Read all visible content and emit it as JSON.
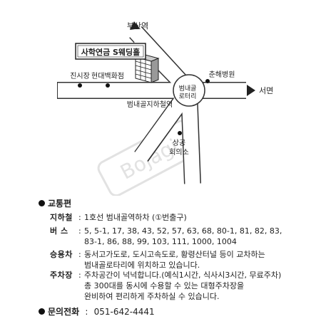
{
  "map": {
    "watermark": "Bojagi",
    "building": "사학연금 S웨딩홀",
    "station_top": "부산역",
    "station_right": "서면",
    "rotary": [
      "범내골",
      "로터리"
    ],
    "subway": "범내골지하철역",
    "places": {
      "jinsijang": "진시장",
      "hyundai": "현대백화점",
      "hospital": "춘해병원",
      "chamber": [
        "상공",
        "회의소"
      ]
    }
  },
  "transport": {
    "title": "교통편",
    "rows": [
      {
        "key": "지하철",
        "lines": [
          "1호선 범내골역하차 (①번출구)"
        ]
      },
      {
        "key": "버  스",
        "lines": [
          "5, 5-1, 17, 38, 43, 52, 57, 63, 68, 80-1, 81, 82, 83,",
          "83-1, 86, 88, 99, 103, 111, 1000, 1004"
        ]
      },
      {
        "key": "승용차",
        "lines": [
          "동서고가도로, 도시고속도로, 황령산터널 등이 교차하는",
          "범내골로타리에 위치하고 있습니다."
        ]
      },
      {
        "key": "주차장",
        "lines": [
          "주차공간이 넉넉합니다.(예식1시간, 식사시3시간, 무료주차)",
          "총 300대를 동시에 수용할 수 있는 대형주차장을",
          "완비하여 편리하게 주차하실 수 있습니다."
        ]
      }
    ]
  },
  "contact": {
    "label": "문의전화",
    "phone": "051-642-4441"
  }
}
